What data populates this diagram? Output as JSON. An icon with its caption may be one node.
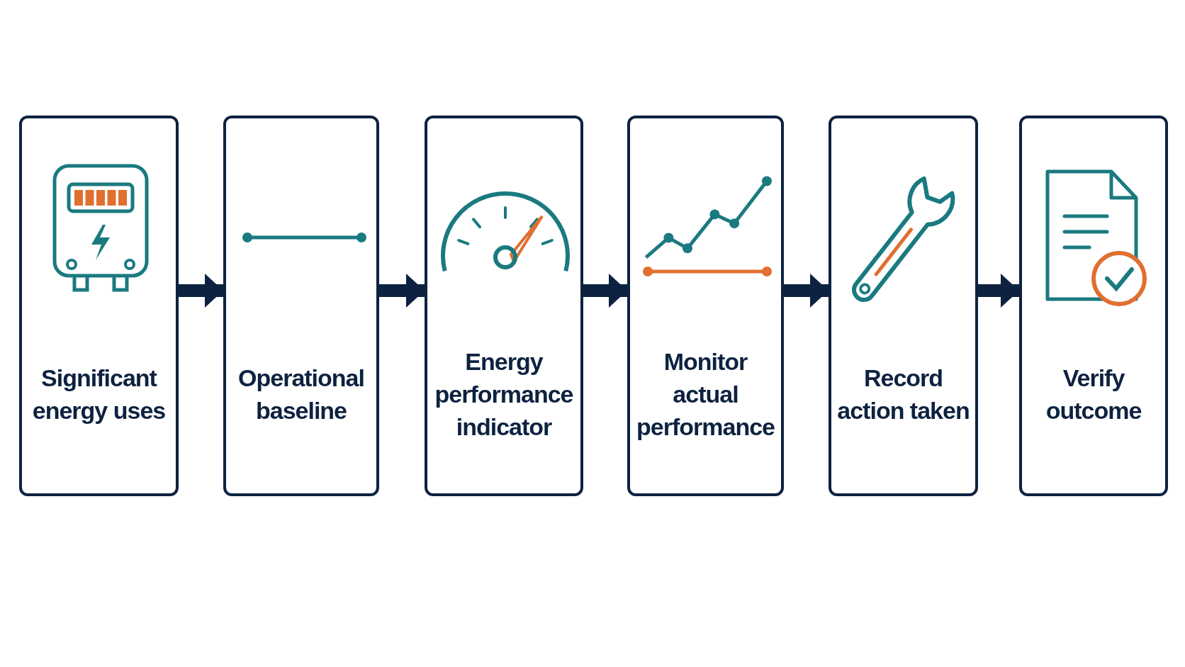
{
  "diagram": {
    "nodes": [
      {
        "text": [
          "Significant energy uses"
        ]
      },
      {
        "text": [
          "Operational baseline"
        ]
      },
      {
        "text": [
          "Energy performance indicator"
        ]
      },
      {
        "text": [
          "Monitor actual performance"
        ]
      },
      {
        "text": [
          "Record action taken"
        ]
      },
      {
        "text": [
          "Verify outcome"
        ]
      }
    ],
    "edges": [
      {
        "from": 0,
        "to": 1,
        "arrow": "to"
      },
      {
        "from": 1,
        "to": 2,
        "arrow": "to"
      },
      {
        "from": 2,
        "to": 3,
        "arrow": "to"
      },
      {
        "from": 3,
        "to": 4,
        "arrow": "to"
      },
      {
        "from": 4,
        "to": 5,
        "arrow": "to"
      }
    ]
  }
}
